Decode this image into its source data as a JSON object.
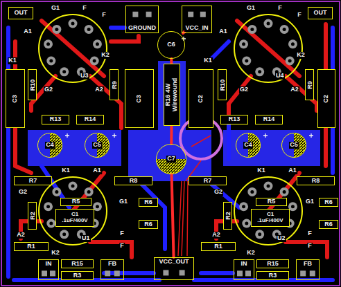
{
  "diagram": {
    "nodes": [
      {
        "text": [
          "OUT"
        ]
      },
      {
        "text": [
          "GROUND"
        ]
      },
      {
        "text": [
          "VCC_IN"
        ]
      },
      {
        "text": [
          "OUT"
        ]
      },
      {
        "text": [
          "U3"
        ]
      },
      {
        "text": [
          "C6"
        ]
      },
      {
        "text": [
          "U4"
        ]
      },
      {
        "text": [
          "C3"
        ]
      },
      {
        "text": [
          "R10"
        ]
      },
      {
        "text": [
          "R9"
        ]
      },
      {
        "text": [
          "C3"
        ]
      },
      {
        "text": [
          "R16 4W",
          "Wirewound"
        ]
      },
      {
        "text": [
          "C2"
        ]
      },
      {
        "text": [
          "R10"
        ]
      },
      {
        "text": [
          "R9"
        ]
      },
      {
        "text": [
          "C2"
        ]
      },
      {
        "text": [
          "R13"
        ]
      },
      {
        "text": [
          "R14"
        ]
      },
      {
        "text": [
          "R13"
        ]
      },
      {
        "text": [
          "R14"
        ]
      },
      {
        "text": [
          "C4"
        ]
      },
      {
        "text": [
          "C5"
        ]
      },
      {
        "text": [
          "C7"
        ]
      },
      {
        "text": [
          "C4"
        ]
      },
      {
        "text": [
          "C5"
        ]
      },
      {
        "text": [
          "R7"
        ]
      },
      {
        "text": [
          "R8"
        ]
      },
      {
        "text": [
          "R7"
        ]
      },
      {
        "text": [
          "R8"
        ]
      },
      {
        "text": [
          "U1"
        ]
      },
      {
        "text": [
          "R5"
        ],
        "in": 29
      },
      {
        "text": [
          "C1",
          ".1uF/400V"
        ],
        "in": 29
      },
      {
        "text": [
          "R6"
        ]
      },
      {
        "text": [
          "R2"
        ]
      },
      {
        "text": [
          "R6"
        ]
      },
      {
        "text": [
          "U2"
        ]
      },
      {
        "text": [
          "R5"
        ],
        "in": 35
      },
      {
        "text": [
          "C1",
          ".1uF/400V"
        ],
        "in": 35
      },
      {
        "text": [
          "R6"
        ]
      },
      {
        "text": [
          "R2"
        ]
      },
      {
        "text": [
          "R6"
        ]
      },
      {
        "text": [
          "R1"
        ]
      },
      {
        "text": [
          "IN"
        ]
      },
      {
        "text": [
          "R15"
        ]
      },
      {
        "text": [
          "R3"
        ]
      },
      {
        "text": [
          "FB"
        ]
      },
      {
        "text": [
          "VCC_OUT"
        ]
      },
      {
        "text": [
          "R1"
        ]
      },
      {
        "text": [
          "IN"
        ]
      },
      {
        "text": [
          "R15"
        ]
      },
      {
        "text": [
          "R3"
        ]
      },
      {
        "text": [
          "FB"
        ]
      }
    ],
    "edges": [
      {
        "from": 2,
        "to": 5,
        "arrow": "none"
      },
      {
        "from": 5,
        "to": 11,
        "arrow": "none"
      },
      {
        "from": 11,
        "to": 22,
        "arrow": "none"
      },
      {
        "from": 22,
        "to": 46,
        "arrow": "none"
      }
    ],
    "labels": [
      "G1",
      "F",
      "F",
      "A1",
      "K2",
      "K1",
      "G2",
      "A2",
      "G1",
      "F",
      "F",
      "A1",
      "K2",
      "K1",
      "G2",
      "A2",
      "K1",
      "A1",
      "G2",
      "G1",
      "F",
      "F",
      "A2",
      "K2",
      "K1",
      "A1",
      "G2",
      "G1",
      "F",
      "F",
      "A2",
      "K2"
    ]
  }
}
